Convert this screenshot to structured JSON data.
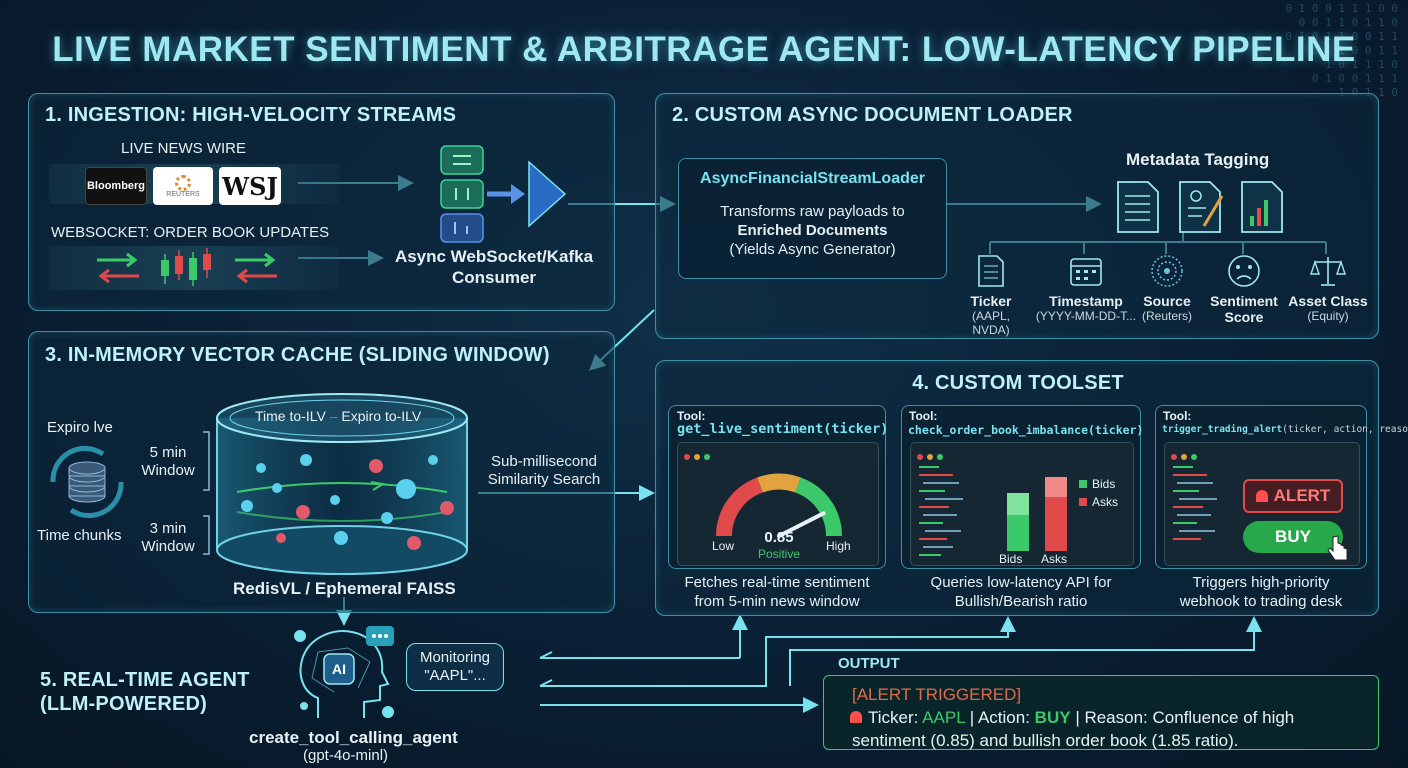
{
  "title": "LIVE MARKET SENTIMENT & ARBITRAGE AGENT: LOW-LATENCY PIPELINE",
  "binary": [
    "0 1 0 0 1 1 1 0 0",
    "0 0 1 1 0 1 1 0",
    "0 1 0 1 1 0 0 1 1",
    "0 1 1 0 0 1 1",
    "1 0 1 1 1 0",
    "0 1 0 0 1 1 1",
    "1 0 1 1 0"
  ],
  "panel1": {
    "title": "1. INGESTION: HIGH-VELOCITY STREAMS",
    "news_label": "LIVE NEWS WIRE",
    "logos": [
      "Bloomberg",
      "REUTERS",
      "WSJ"
    ],
    "ws_label": "WEBSOCKET: ORDER BOOK UPDATES",
    "consumer_line1": "Async WebSocket/Kafka",
    "consumer_line2": "Consumer"
  },
  "panel2": {
    "title": "2. CUSTOM ASYNC DOCUMENT LOADER",
    "loader_name": "AsyncFinancialStreamLoader",
    "loader_line1": "Transforms raw payloads to",
    "loader_line2": "Enriched Documents",
    "loader_line3": "(Yields Async Generator)",
    "meta_title": "Metadata Tagging",
    "tags": [
      {
        "name": "Ticker",
        "detail": "(AAPL, NVDA)",
        "icon": "document-icon"
      },
      {
        "name": "Timestamp",
        "detail": "(YYYY-MM-DD-T...",
        "icon": "calendar-icon"
      },
      {
        "name": "Source",
        "detail": "(Reuters)",
        "icon": "globe-icon"
      },
      {
        "name": "Sentiment",
        "detail": "Score",
        "icon": "sad-face-icon"
      },
      {
        "name": "Asset Class",
        "detail": "(Equity)",
        "icon": "scales-icon"
      }
    ]
  },
  "panel3": {
    "title": "3. IN-MEMORY VECTOR CACHE (SLIDING WINDOW)",
    "cyl_top_left": "Time to-ILV",
    "cyl_top_right": "Expiro to-ILV",
    "expire": "Expiro lve",
    "chunks": "Time chunks",
    "win5_a": "5 min",
    "win5_b": "Window",
    "win3_a": "3 min",
    "win3_b": "Window",
    "cache_name": "RedisVL / Ephemeral FAISS",
    "search_a": "Sub-millisecond",
    "search_b": "Similarity Search"
  },
  "panel4": {
    "title": "4. CUSTOM TOOLSET",
    "tools": [
      {
        "label": "Tool:",
        "name": "get_live_sentiment(ticker)",
        "desc1": "Fetches real-time sentiment",
        "desc2": "from 5-min news window"
      },
      {
        "label": "Tool:",
        "name": "check_order_book_imbalance(ticker)",
        "desc1": "Queries low-latency API for",
        "desc2": "Bullish/Bearish ratio"
      },
      {
        "label": "Tool:",
        "name": "trigger_trading_alert",
        "args": "(ticker, action, reason)",
        "desc1": "Triggers high-priority",
        "desc2": "webhook to trading desk"
      }
    ],
    "gauge": {
      "value": "0.85",
      "value_num": 0.85,
      "status": "Positive",
      "low": "Low",
      "high": "High"
    },
    "book": {
      "bids_legend": "Bids",
      "asks_legend": "Asks",
      "bids_axis": "Bids",
      "asks_axis": "Asks"
    },
    "alert": {
      "alert_label": "ALERT",
      "buy_label": "BUY"
    }
  },
  "panel5": {
    "title_a": "5. REAL-TIME AGENT",
    "title_b": "(LLM-POWERED)",
    "bubble_a": "Monitoring",
    "bubble_b": "\"AAPL\"...",
    "ai_label": "AI",
    "agent_name": "create_tool_calling_agent",
    "model": "(gpt-4o-minl)"
  },
  "output": {
    "label": "OUTPUT",
    "head": "[ALERT TRIGGERED]",
    "ticker_lbl": "Ticker:",
    "ticker": "AAPL",
    "action_lbl": "| Action:",
    "action": "BUY",
    "reason": "| Reason: Confluence of high",
    "line2": "sentiment (0.85) and bullish order book (1.85 ratio)."
  },
  "colors": {
    "accent": "#79e2ef",
    "green": "#3cc96a",
    "red": "#e04a4a",
    "title": "#9fe8f2"
  }
}
